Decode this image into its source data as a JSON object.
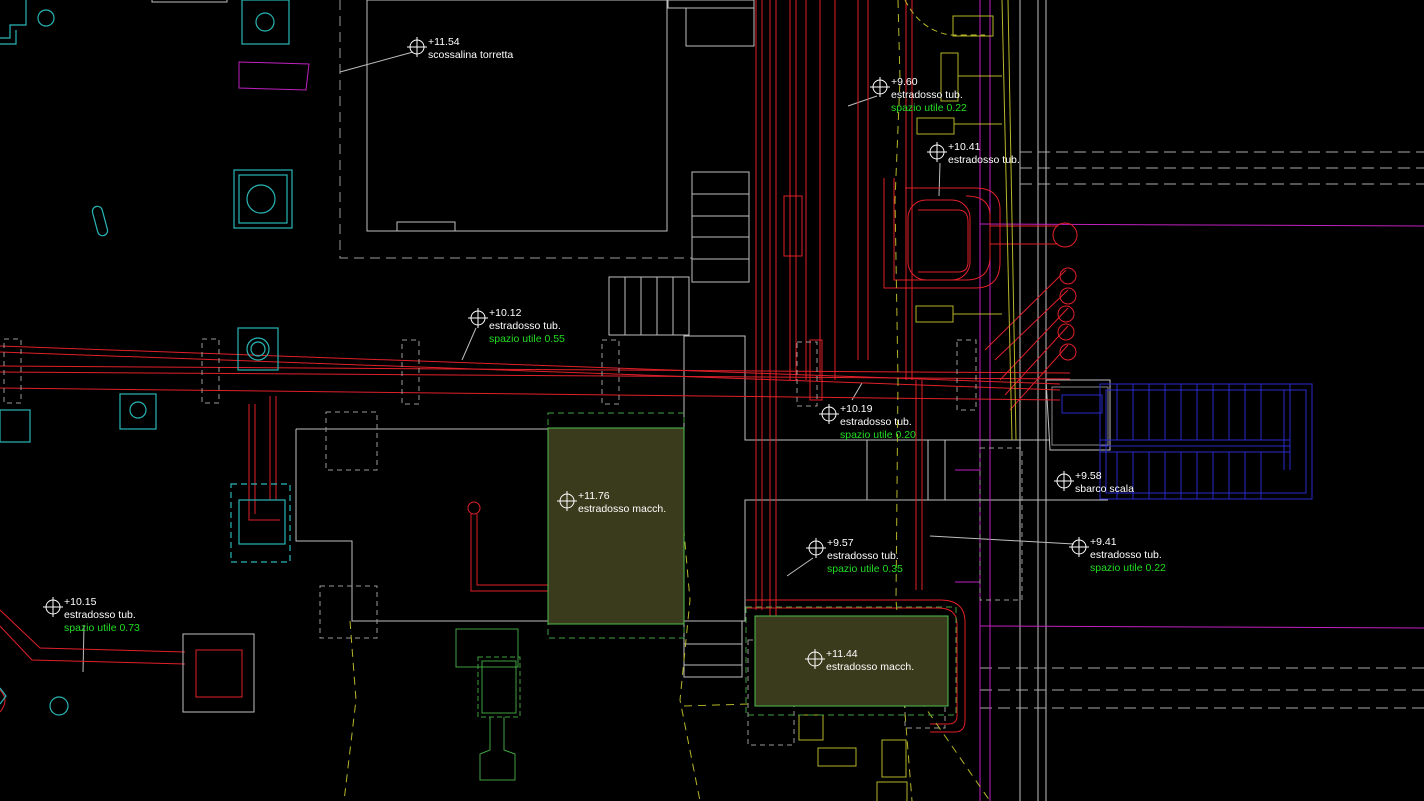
{
  "colors": {
    "background": "#000000",
    "building_outline": "#bfbfbf",
    "pipe_red": "#e0202a",
    "cyan": "#29b6b6",
    "yellow_dashed": "#b5b52a",
    "green_equipment": "#3fa03f",
    "equipment_fill": "#3a3a1c",
    "blue_stairs": "#2a2acc",
    "magenta": "#c020c0",
    "label_white": "#ffffff",
    "label_green": "#22dd22"
  },
  "labels": [
    {
      "elevation": "+11.54",
      "desc": "scossalina torretta",
      "space": ""
    },
    {
      "elevation": "+9.60",
      "desc": "estradosso tub.",
      "space": "spazio utile 0.22"
    },
    {
      "elevation": "+10.41",
      "desc": "estradosso tub.",
      "space": ""
    },
    {
      "elevation": "+10.12",
      "desc": "estradosso tub.",
      "space": "spazio utile 0.55"
    },
    {
      "elevation": "+10.19",
      "desc": "estradosso tub.",
      "space": "spazio utile 0.20"
    },
    {
      "elevation": "+11.76",
      "desc": "estradosso macch.",
      "space": ""
    },
    {
      "elevation": "+9.58",
      "desc": "sbarco scala",
      "space": ""
    },
    {
      "elevation": "+9.57",
      "desc": "estradosso tub.",
      "space": "spazio utile 0.35"
    },
    {
      "elevation": "+9.41",
      "desc": "estradosso tub.",
      "space": "spazio utile 0.22"
    },
    {
      "elevation": "+10.15",
      "desc": "estradosso tub.",
      "space": "spazio utile 0.73"
    },
    {
      "elevation": "+11.44",
      "desc": "estradosso macch.",
      "space": ""
    }
  ]
}
